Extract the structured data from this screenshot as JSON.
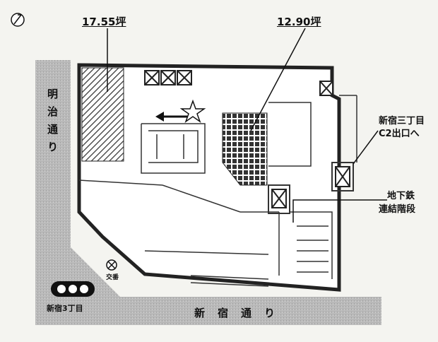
{
  "labels": {
    "area_left": "17.55坪",
    "area_right": "12.90坪",
    "meiji_dori": "明治通り",
    "shinjuku_dori": "新宿通り",
    "exit_c2_line1": "新宿三丁目",
    "exit_c2_line2": "C2出口へ",
    "subway_line1": "地下鉄",
    "subway_line2": "連結階段",
    "intersection": "交番",
    "station": "新宿3丁目"
  },
  "colors": {
    "road": "#bdbdbd",
    "line": "#222222",
    "hatch": "#333333"
  },
  "icons": {
    "compass": "north-arrow-icon",
    "star": "star-icon",
    "arrow": "left-arrow-icon",
    "police_box": "police-box-symbol-icon",
    "station": "station-symbol-icon"
  }
}
